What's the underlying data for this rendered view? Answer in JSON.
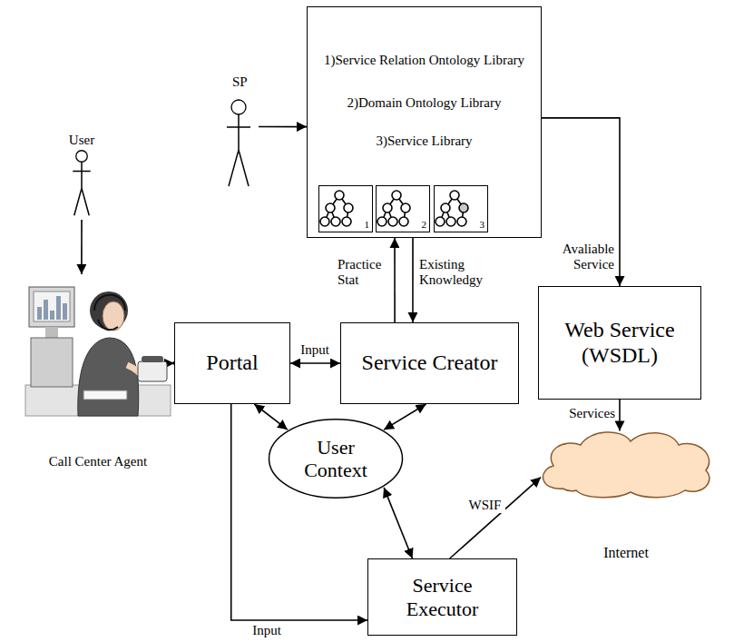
{
  "diagram": {
    "nodes": [
      {
        "text": [
          "SP"
        ]
      },
      {
        "text": [
          "1)Service Relation Ontology Library",
          "2)Domain Ontology Library",
          "3)Service Library"
        ]
      },
      {
        "text": [
          "1"
        ],
        "in": 1
      },
      {
        "text": [
          "2"
        ],
        "in": 1
      },
      {
        "text": [
          "3"
        ],
        "in": 1
      },
      {
        "text": [
          "User"
        ]
      },
      {
        "text": [
          "Call Center Agent"
        ]
      },
      {
        "text": [
          "Portal"
        ]
      },
      {
        "text": [
          "Service Creator"
        ]
      },
      {
        "text": [
          "Web Service (WSDL)"
        ]
      },
      {
        "text": [
          "User Context"
        ]
      },
      {
        "text": [
          "Service Executor"
        ]
      },
      {
        "text": [
          "Internet"
        ]
      }
    ],
    "edges": [
      {
        "from": 0,
        "to": 1,
        "arrow": "to"
      },
      {
        "from": 5,
        "to": 6,
        "arrow": "to"
      },
      {
        "from": 6,
        "to": 7,
        "arrow": "both"
      },
      {
        "from": 7,
        "to": 8,
        "label": "Input",
        "arrow": "both"
      },
      {
        "from": 8,
        "to": 1,
        "label": "Practice Stat",
        "arrow": "to"
      },
      {
        "from": 1,
        "to": 8,
        "label": "Existing Knowledgy",
        "arrow": "to"
      },
      {
        "from": 1,
        "to": 9,
        "label": "Avaliable Service",
        "arrow": "to"
      },
      {
        "from": 9,
        "to": 12,
        "label": "Services",
        "arrow": "to"
      },
      {
        "from": 7,
        "to": 10,
        "arrow": "both"
      },
      {
        "from": 8,
        "to": 10,
        "arrow": "both"
      },
      {
        "from": 10,
        "to": 11,
        "arrow": "both"
      },
      {
        "from": 11,
        "to": 12,
        "label": "WSIF",
        "arrow": "to"
      },
      {
        "from": 7,
        "to": 11,
        "label": "Input",
        "arrow": "to"
      }
    ]
  }
}
